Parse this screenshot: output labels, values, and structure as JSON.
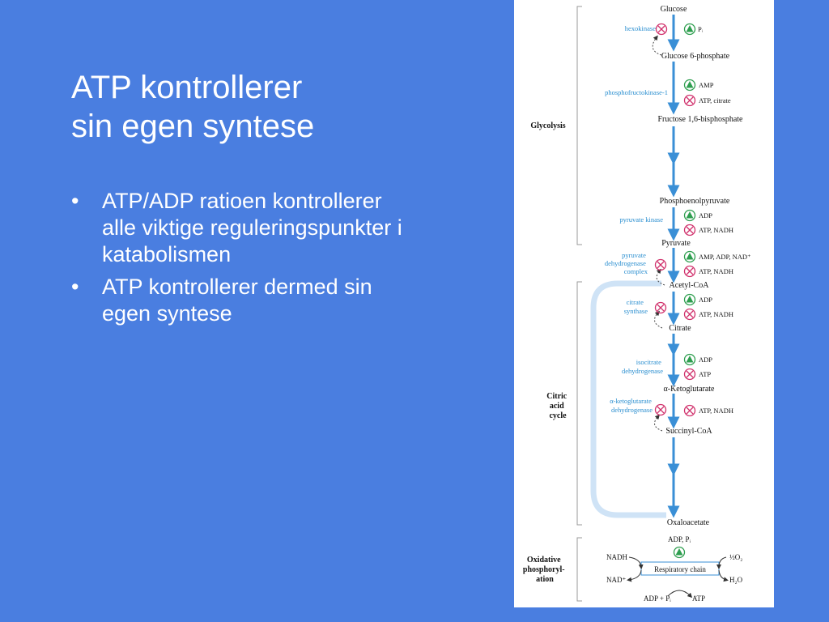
{
  "slide": {
    "title_lines": [
      "ATP kontrollerer",
      "sin egen syntese"
    ],
    "bullet_char": "•",
    "bullets": [
      "ATP/ADP ratioen kontrollerer alle viktige reguleringspunkter i katabolismen",
      "ATP kontrollerer dermed sin egen syntese"
    ]
  },
  "colors": {
    "background": "#4a7ee0",
    "arrow": "#3a8fd6",
    "enzyme_text": "#2b8fd0",
    "activator": "#2e9e4f",
    "inhibitor": "#d0306b",
    "cycle_band": "#cfe3f6"
  },
  "figure": {
    "sections": {
      "glycolysis": "Glycolysis",
      "citric_acid_cycle": [
        "Citric",
        "acid",
        "cycle"
      ],
      "oxidative_phosphorylation": [
        "Oxidative",
        "phosphoryl-",
        "ation"
      ]
    },
    "metabolites": {
      "glucose": "Glucose",
      "glucose_6_phosphate": "Glucose 6-phosphate",
      "fructose_bisphosphate": "Fructose 1,6-bisphosphate",
      "phosphoenolpyruvate": "Phosphoenolpyruvate",
      "pyruvate": "Pyruvate",
      "acetyl_coa": "Acetyl-CoA",
      "citrate": "Citrate",
      "alpha_ketoglutarate": "α-Ketoglutarate",
      "succinyl_coa": "Succinyl-CoA",
      "oxaloacetate": "Oxaloacetate"
    },
    "enzymes": {
      "hexokinase": "hexokinase",
      "phosphofructokinase": "phosphofructokinase-1",
      "pyruvate_kinase": "pyruvate kinase",
      "pdh": [
        "pyruvate",
        "dehydrogenase",
        "complex"
      ],
      "citrate_synthase": [
        "citrate",
        "synthase"
      ],
      "isocitrate_dh": [
        "isocitrate",
        "dehydrogenase"
      ],
      "akg_dh": [
        "α-ketoglutarate",
        "dehydrogenase"
      ]
    },
    "effectors": {
      "hexokinase_activator": "Pᵢ",
      "pfk_activator": "AMP",
      "pfk_inhibitor": "ATP, citrate",
      "pk_activator": "ADP",
      "pk_inhibitor": "ATP, NADH",
      "pdh_activator": "AMP, ADP, NAD⁺",
      "pdh_inhibitor": "ATP, NADH",
      "cs_activator": "ADP",
      "cs_inhibitor": "ATP, NADH",
      "idh_activator": "ADP",
      "idh_inhibitor": "ATP",
      "akg_inhibitor": "ATP, NADH"
    },
    "oxphos": {
      "input_top": "ADP, Pᵢ",
      "nadh": "NADH",
      "nad": "NAD⁺",
      "chain": "Respiratory chain",
      "o2": "½O₂",
      "h2o": "H₂O",
      "adp_pi": "ADP + Pᵢ",
      "atp": "ATP"
    }
  }
}
